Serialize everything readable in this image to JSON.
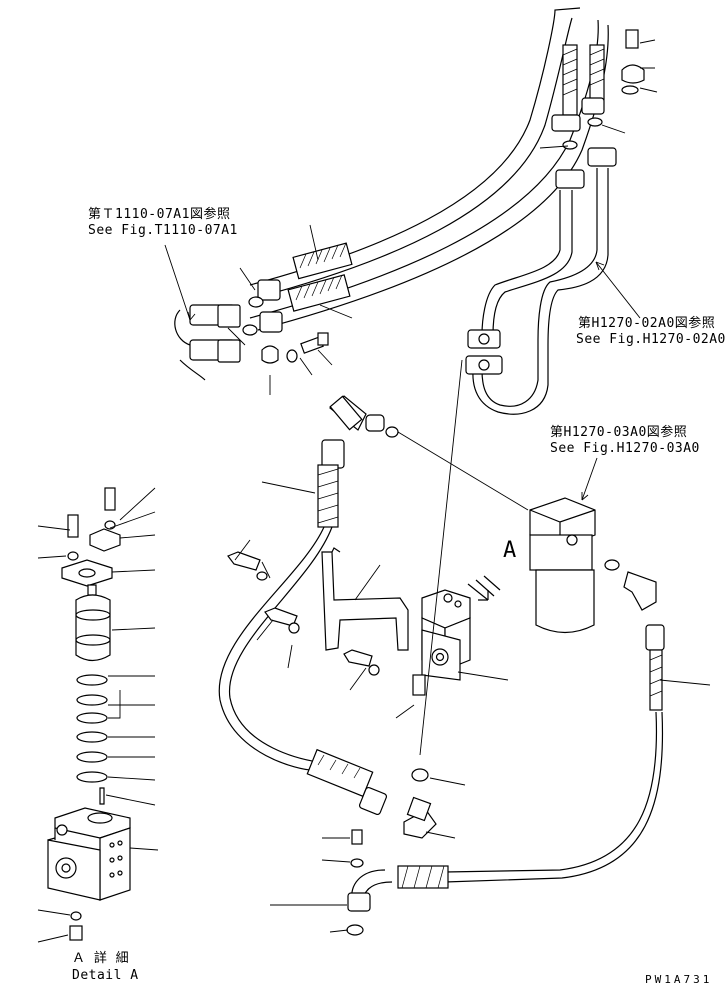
{
  "references": {
    "t1110": {
      "jp": "第Ｔ1110-07A1図参照",
      "en": "See Fig.T1110-07A1"
    },
    "h1270_02": {
      "jp": "第H1270-02A0図参照",
      "en": "See Fig.H1270-02A0"
    },
    "h1270_03": {
      "jp": "第H1270-03A0図参照",
      "en": "See Fig.H1270-03A0"
    }
  },
  "view_marker": "A",
  "detail": {
    "jp": "Ａ 詳 細",
    "en": "Detail A"
  },
  "drawing_code": "PW1A731"
}
